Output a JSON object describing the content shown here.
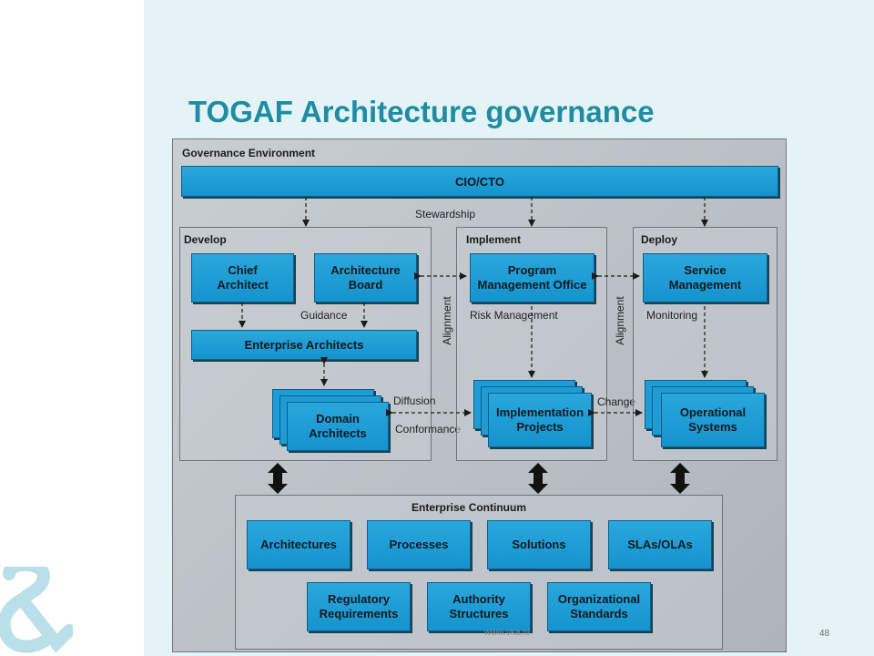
{
  "slide": {
    "title": "TOGAF Architecture governance",
    "footer_url": "www.vka.nl",
    "page_number": "48"
  },
  "diagram": {
    "environment_label": "Governance Environment",
    "cio_cto": "CIO/CTO",
    "stewardship": "Stewardship",
    "develop": {
      "label": "Develop",
      "chief_architect": "Chief\nArchitect",
      "architecture_board": "Architecture\nBoard",
      "guidance": "Guidance",
      "enterprise_architects": "Enterprise Architects",
      "domain_architects": "Domain\nArchitects"
    },
    "diffusion": "Diffusion",
    "conformance": "Conformance",
    "implement": {
      "label": "Implement",
      "program_management_office": "Program\nManagement Office",
      "risk_management": "Risk Management",
      "alignment": "Alignment",
      "implementation_projects": "Implementation\nProjects"
    },
    "change": "Change",
    "deploy": {
      "label": "Deploy",
      "service_management": "Service\nManagement",
      "monitoring": "Monitoring",
      "alignment": "Alignment",
      "operational_systems": "Operational\nSystems"
    },
    "enterprise_continuum": {
      "label": "Enterprise Continuum",
      "row1": [
        "Architectures",
        "Processes",
        "Solutions",
        "SLAs/OLAs"
      ],
      "row2": [
        "Regulatory\nRequirements",
        "Authority\nStructures",
        "Organizational\nStandards"
      ]
    }
  },
  "colors": {
    "title": "#1f8ca3",
    "box_fill": "#1e9cd5",
    "background": "#e4f3f6"
  }
}
